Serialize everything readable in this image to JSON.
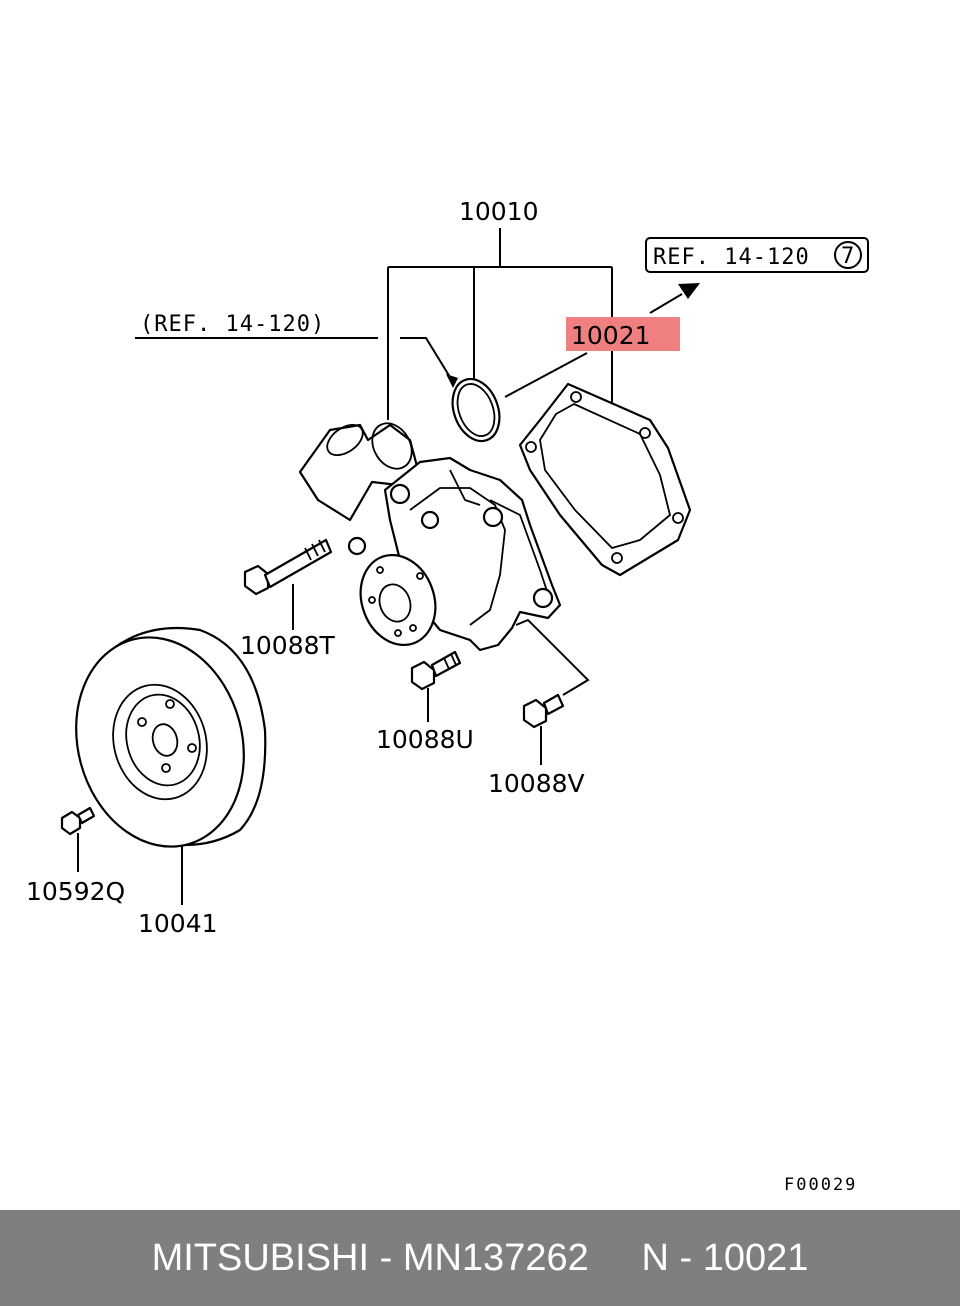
{
  "diagram": {
    "callouts": {
      "water_pump": "10010",
      "gasket": "10021",
      "bolt_t": "10088T",
      "bolt_u": "10088U",
      "bolt_v": "10088V",
      "pulley_bolt": "10592Q",
      "pulley": "10041"
    },
    "references": {
      "ref_left": "(REF. 14-120)",
      "ref_right": "REF. 14-120",
      "ref_right_circle": "7"
    },
    "figure_code": "F00029",
    "highlight_color": "#f08080"
  },
  "footer": {
    "text": "MITSUBISHI - MN137262     N - 10021",
    "background": "#7f7f7f"
  }
}
